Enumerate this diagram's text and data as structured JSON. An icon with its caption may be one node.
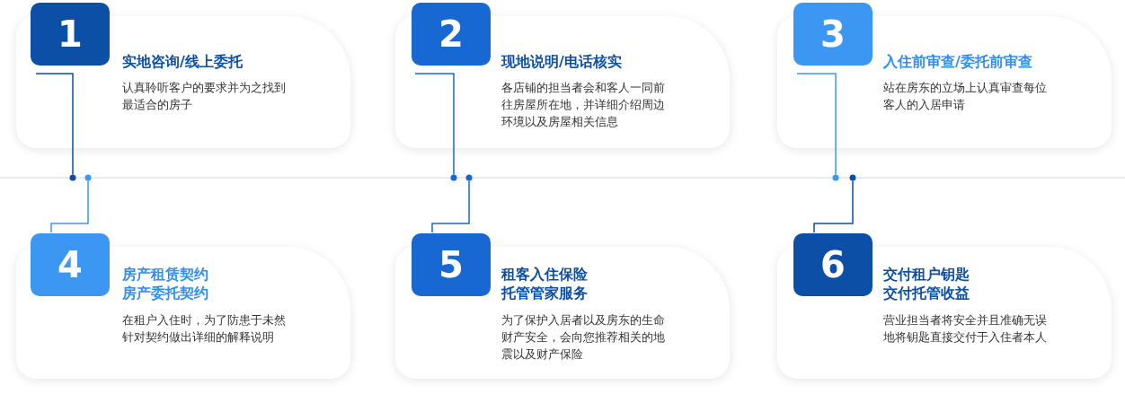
{
  "diagram": {
    "nodes": [
      {
        "text": [
          "1"
        ]
      },
      {
        "text": [
          "实地咨询/线上委托",
          "认真聆听客户的要求并为之找到最适合的房子"
        ]
      },
      {
        "text": [
          "2"
        ]
      },
      {
        "text": [
          "现地说明/电话核实",
          "各店铺的担当者会和客人一同前往房屋所在地，并详细介绍周边环境以及房屋相关信息"
        ]
      },
      {
        "text": [
          "3"
        ]
      },
      {
        "text": [
          "入住前审查/委托前审查",
          "站在房东的立场上认真审查每位客人的入居申请"
        ]
      },
      {
        "text": [
          "4"
        ]
      },
      {
        "text": [
          "房产租赁契约房产委托契约",
          "在租户入住时，为了防患于未然针对契约做出详细的解释说明"
        ]
      },
      {
        "text": [
          "5"
        ]
      },
      {
        "text": [
          "租客入住保险托管管家服务",
          "为了保护入居者以及房东的生命财产安全，会向您推荐相关的地震以及财产保险"
        ]
      },
      {
        "text": [
          "6"
        ]
      },
      {
        "text": [
          "交付租户钥匙交付托管收益",
          "营业担当者将安全并且准确无误地将钥匙直接交付于入住者本人"
        ]
      },
      {
        "text": [],
        "shape": "circle"
      },
      {
        "text": [],
        "shape": "circle"
      },
      {
        "text": [],
        "shape": "circle"
      },
      {
        "text": [],
        "shape": "circle"
      },
      {
        "text": [],
        "shape": "circle"
      },
      {
        "text": [],
        "shape": "circle"
      }
    ],
    "edges": [
      {
        "from": 1,
        "to": 12,
        "arrow": "none",
        "color": "#0b4fa6"
      },
      {
        "from": 6,
        "to": 13,
        "arrow": "none",
        "color": "#3b97f2"
      },
      {
        "from": 3,
        "to": 14,
        "arrow": "none",
        "color": "#1768d2"
      },
      {
        "from": 8,
        "to": 15,
        "arrow": "none",
        "color": "#1768d2"
      },
      {
        "from": 5,
        "to": 16,
        "arrow": "none",
        "color": "#3b97f2"
      },
      {
        "from": 10,
        "to": 17,
        "arrow": "none",
        "color": "#0b4fa6"
      }
    ]
  }
}
